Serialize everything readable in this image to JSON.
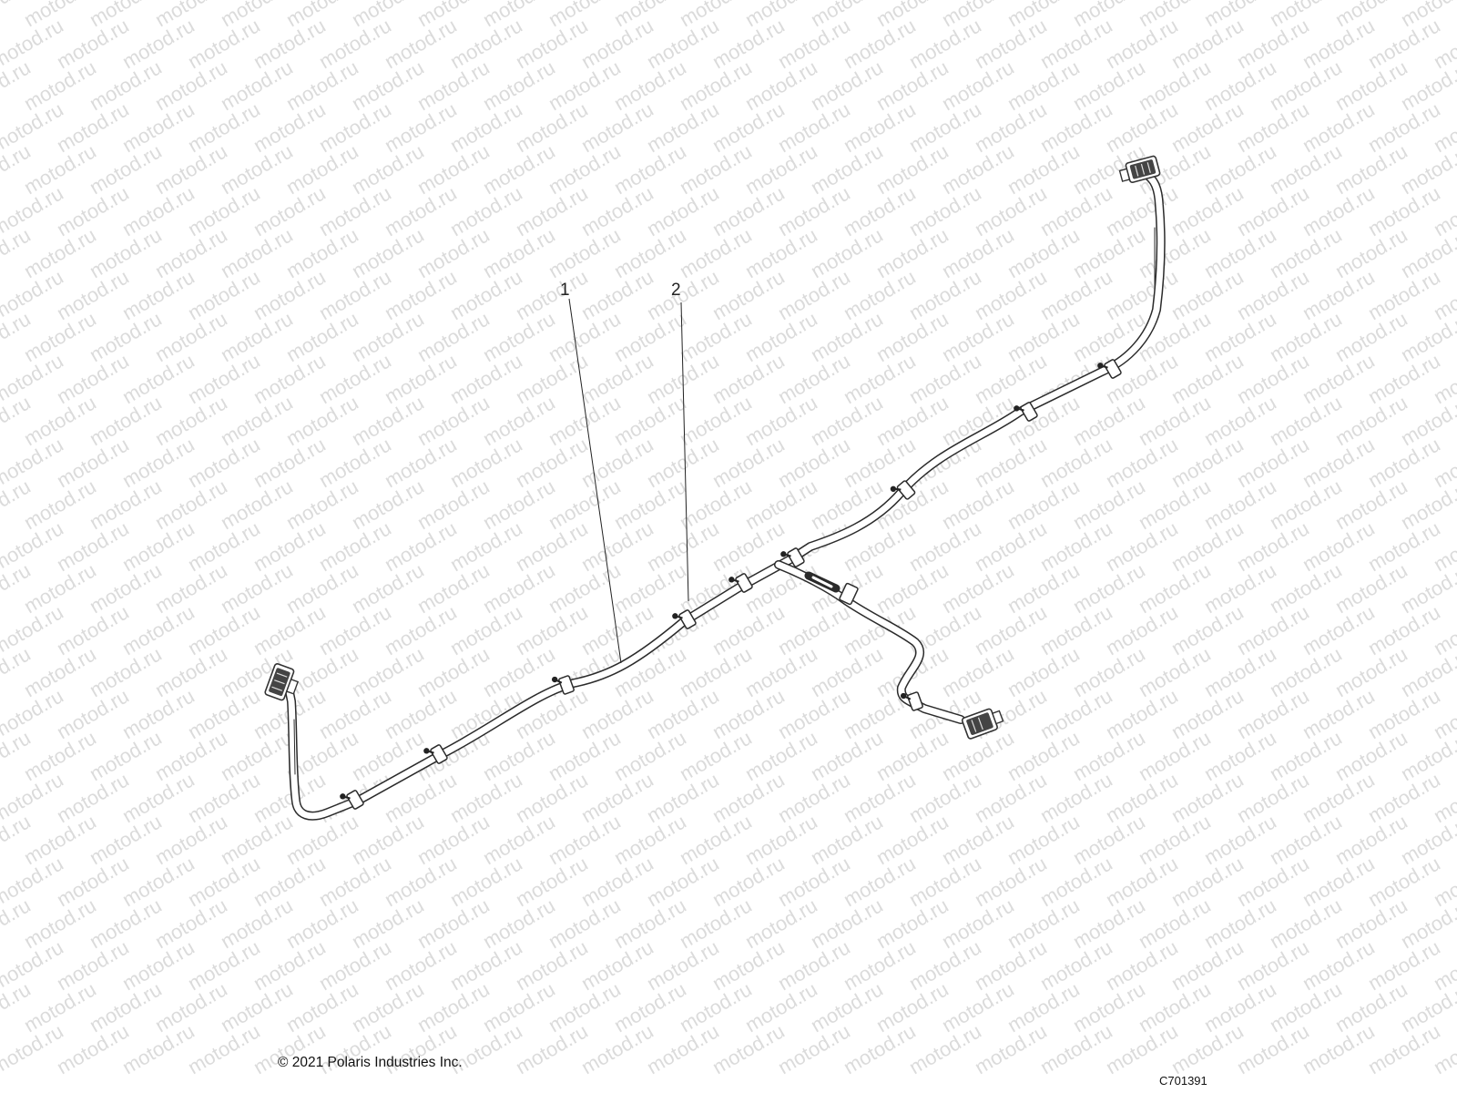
{
  "watermark": {
    "text": "motod.ru"
  },
  "callouts": [
    {
      "number": "1",
      "part": "wire-harness"
    },
    {
      "number": "2",
      "part": "cable-clip"
    }
  ],
  "footer": {
    "copyright": "© 2021 Polaris Industries Inc.",
    "drawing_code": "C701391"
  },
  "colors": {
    "line": "#2b2b2b",
    "watermark": "#bdbdbd",
    "connector": "#333333"
  }
}
